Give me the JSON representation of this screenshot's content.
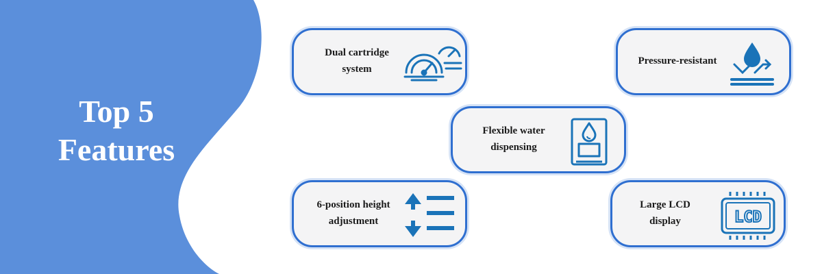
{
  "headline": {
    "line1": "Top 5",
    "line2": "Features"
  },
  "features": [
    {
      "label_line1": "Dual cartridge",
      "label_line2": "system",
      "icon": "dual-gauge-icon"
    },
    {
      "label_line1": "Pressure-resistant",
      "label_line2": "",
      "icon": "water-drop-surface-icon"
    },
    {
      "label_line1": "Flexible water",
      "label_line2": "dispensing",
      "icon": "water-dispenser-icon"
    },
    {
      "label_line1": "6-position height",
      "label_line2": "adjustment",
      "icon": "height-adjust-arrows-icon"
    },
    {
      "label_line1": "Large LCD",
      "label_line2": "display",
      "icon": "lcd-display-icon"
    }
  ],
  "lcd_icon_text": "LCD",
  "colors": {
    "accent": "#5b8fdb",
    "border": "#2f6fd0",
    "icon": "#1a73b8",
    "card_bg": "#f4f4f5"
  }
}
